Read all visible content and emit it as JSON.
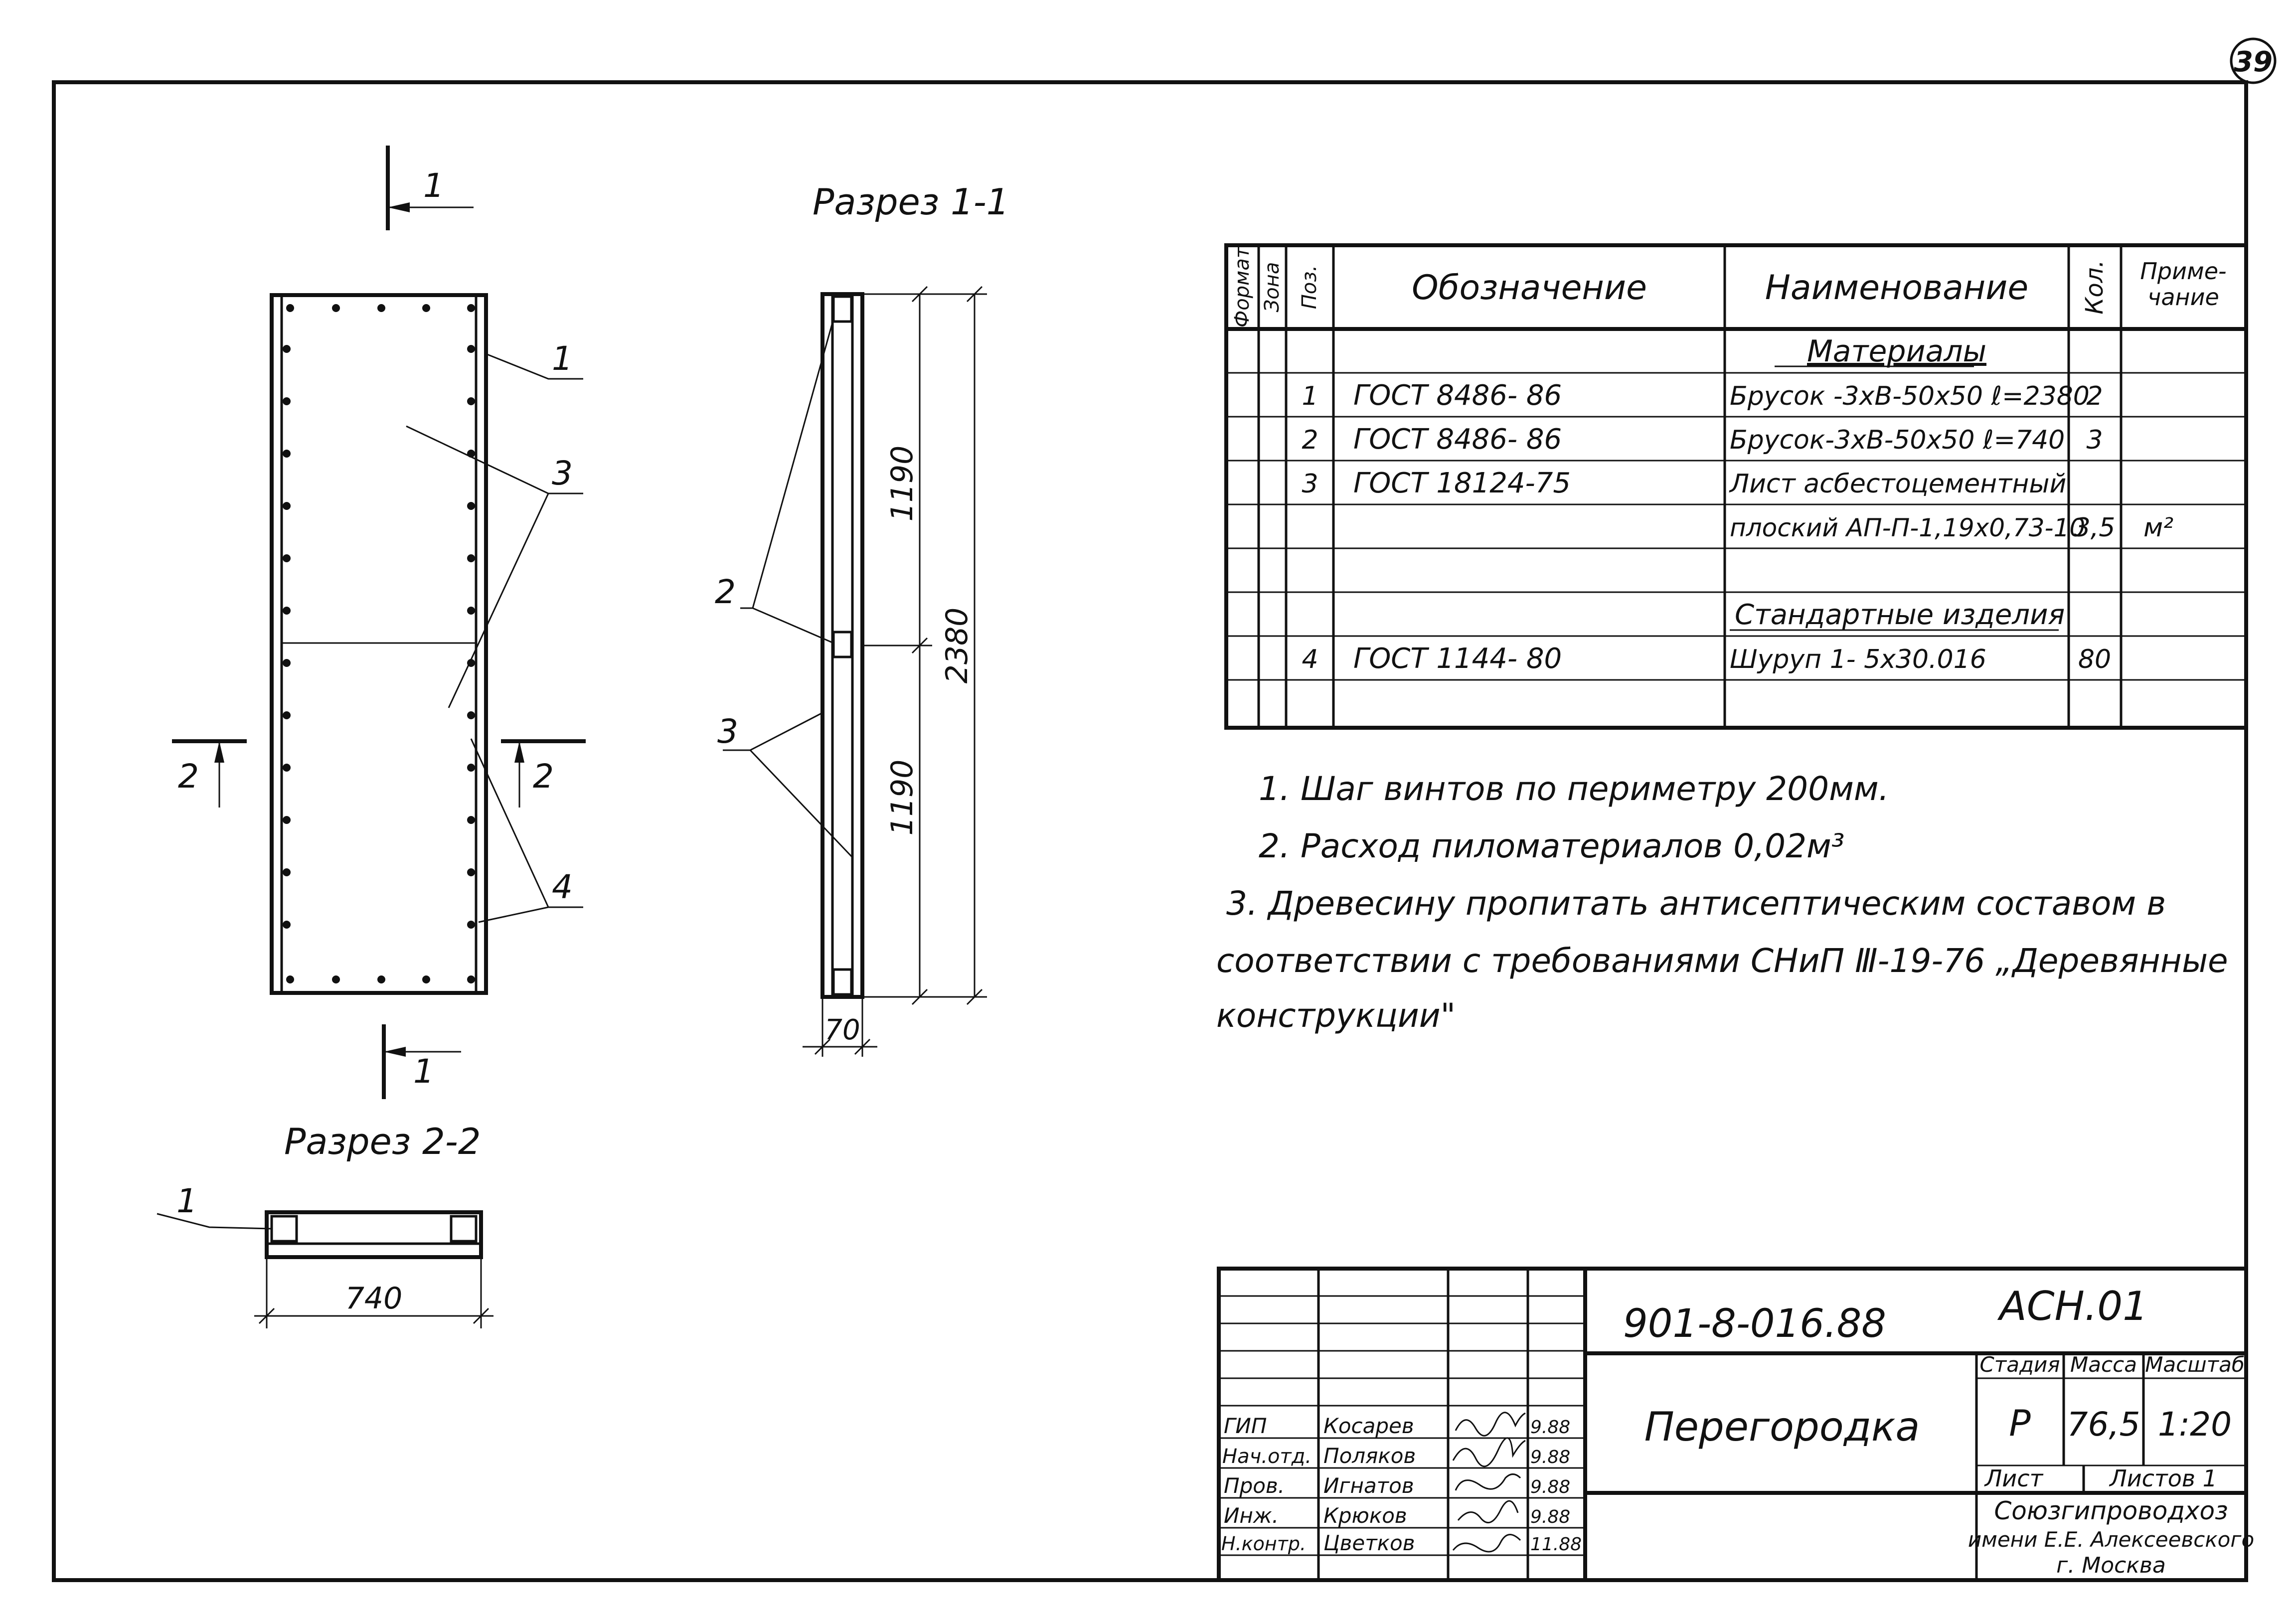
{
  "sheet_number": "39",
  "views": {
    "front": {
      "section_mark_top": "1",
      "section_mark_bottom": "1",
      "section_mark_left": "2",
      "section_mark_right": "2",
      "callouts": [
        "1",
        "3",
        "4"
      ]
    },
    "section_1_1": {
      "title": "Разрез 1-1",
      "dim_total": "2380",
      "dim_upper": "1190",
      "dim_lower": "1190",
      "dim_width": "70",
      "callouts": [
        "2",
        "3"
      ]
    },
    "section_2_2": {
      "title": "Разрез 2-2",
      "dim_width": "740",
      "callout": "1"
    }
  },
  "spec_table": {
    "headers": {
      "format": "Формат",
      "zone": "Зона",
      "pos": "Поз.",
      "designation": "Обозначение",
      "name": "Наименование",
      "qty": "Кол.",
      "note_line1": "Приме-",
      "note_line2": "чание"
    },
    "rows": [
      {
        "pos": "",
        "designation": "",
        "name": "Материалы",
        "qty": "",
        "note": ""
      },
      {
        "pos": "1",
        "designation": "ГОСТ 8486- 86",
        "name": "Брусок -3хВ-50х50 ℓ=2380",
        "qty": "2",
        "note": ""
      },
      {
        "pos": "2",
        "designation": "ГОСТ 8486- 86",
        "name": "Брусок-3хВ-50х50 ℓ=740",
        "qty": "3",
        "note": ""
      },
      {
        "pos": "3",
        "designation": "ГОСТ 18124-75",
        "name": "Лист асбестоцементный",
        "qty": "",
        "note": ""
      },
      {
        "pos": "",
        "designation": "",
        "name": "плоский АП-П-1,19х0,73-10",
        "qty": "3,5",
        "note": "м²"
      },
      {
        "pos": "",
        "designation": "",
        "name": "",
        "qty": "",
        "note": ""
      },
      {
        "pos": "",
        "designation": "",
        "name": "Стандартные изделия",
        "qty": "",
        "note": ""
      },
      {
        "pos": "4",
        "designation": "ГОСТ 1144- 80",
        "name": "Шуруп 1- 5х30.016",
        "qty": "80",
        "note": ""
      },
      {
        "pos": "",
        "designation": "",
        "name": "",
        "qty": "",
        "note": ""
      }
    ]
  },
  "notes": [
    "1. Шаг винтов по периметру 200мм.",
    "2. Расход пиломатериалов 0,02м³",
    "3. Древесину пропитать антисептическим составом в",
    "соответствии с требованиями СНиП Ⅲ-19-76 „Деревянные",
    "конструкции\""
  ],
  "title_block": {
    "code": "901-8-016.88",
    "sheet_code": "АСН.01",
    "title": "Перегородка",
    "stage_label": "Стадия",
    "mass_label": "Масса",
    "scale_label": "Масштаб",
    "stage": "Р",
    "mass": "76,5",
    "scale": "1:20",
    "sheet_label": "Лист",
    "sheets_label": "Листов 1",
    "org_line1": "Союзгипроводхоз",
    "org_line2": "имени Е.Е. Алексеевского",
    "org_line3": "г. Москва",
    "staff": [
      {
        "role": "ГИП",
        "name": "Косарев",
        "date": "9.88"
      },
      {
        "role": "Нач.отд.",
        "name": "Поляков",
        "date": "9.88"
      },
      {
        "role": "Пров.",
        "name": "Игнатов",
        "date": "9.88"
      },
      {
        "role": "Инж.",
        "name": "Крюков",
        "date": "9.88"
      },
      {
        "role": "Н.контр.",
        "name": "Цветков",
        "date": "11.88"
      }
    ]
  }
}
